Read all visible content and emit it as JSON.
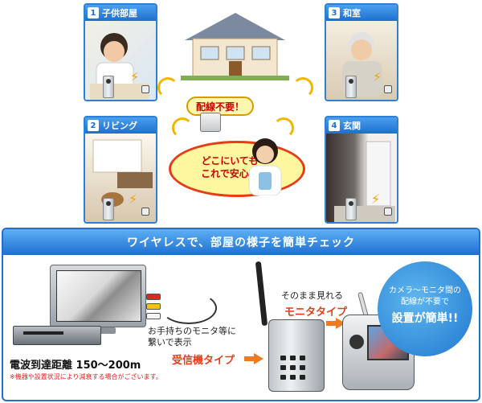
{
  "rooms": [
    {
      "num": "1",
      "label": "子供部屋"
    },
    {
      "num": "2",
      "label": "リビング"
    },
    {
      "num": "3",
      "label": "和室"
    },
    {
      "num": "4",
      "label": "玄関"
    }
  ],
  "callouts": {
    "no_wiring": "配線不要！",
    "anywhere_line1": "どこにいても",
    "anywhere_line2": "これで安心！"
  },
  "panel": {
    "title": "ワイヤレスで、部屋の様子を簡単チェック",
    "own_monitor_line1": "お手持ちのモニタ等に",
    "own_monitor_line2": "繋いで表示",
    "receiver_type": "受信機タイプ",
    "view_as_is": "そのまま見れる",
    "monitor_type": "モニタタイプ",
    "info_line1": "カメラ～モニタ間の",
    "info_line2": "配線が不要で",
    "info_big": "設置が簡単!!",
    "distance": "電波到達距離  150～200m",
    "note": "※機器や設置状況により減衰する場合がございます。"
  },
  "colors": {
    "accent": "#1f6fcf",
    "highlight": "#e53d16",
    "arrow": "#f07a20",
    "wave": "#f1b700"
  }
}
